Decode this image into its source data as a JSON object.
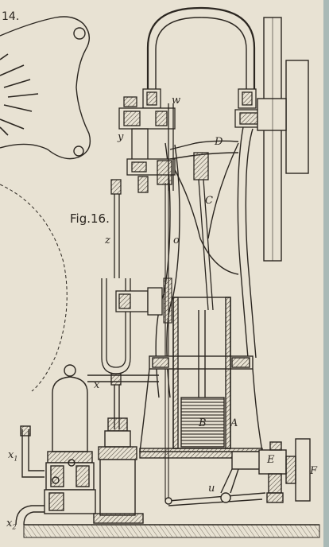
{
  "page_number": "14.",
  "figure_label": "Fig.16.",
  "labels": {
    "w": "w",
    "y": "y",
    "D": "D",
    "C": "C",
    "z": "z",
    "o": "o",
    "x": "x",
    "B": "B",
    "A": "A",
    "x1": "x",
    "x1_sub": "1",
    "x2": "x",
    "x2_sub": "2",
    "E": "E",
    "F": "F",
    "u": "u"
  },
  "colors": {
    "ink": "#2b2620",
    "paper": "#e8e2d3",
    "hatch": "#5a5348",
    "edge": "#a9b9b6"
  }
}
